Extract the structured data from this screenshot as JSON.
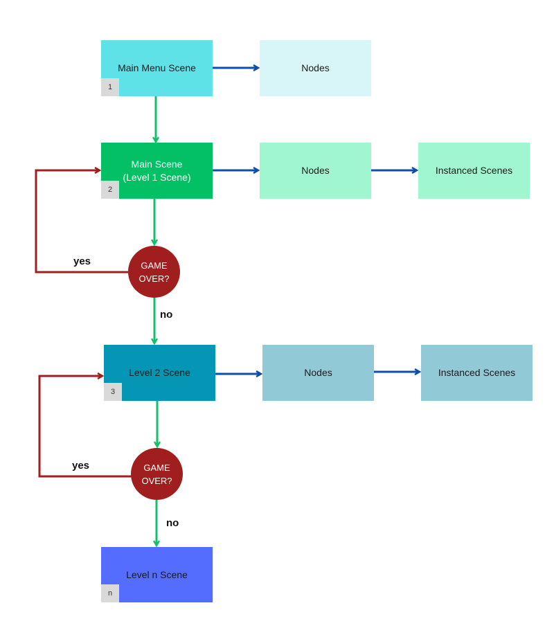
{
  "colors": {
    "menu": "#5ee2e8",
    "menu_nodes": "#d8f6f7",
    "main": "#04c064",
    "main_nodes": "#a0f7cf",
    "level2": "#0496b4",
    "level2_nodes": "#91cad6",
    "leveln": "#546dff",
    "decision": "#a11e1e",
    "arrow_green": "#13c06a",
    "arrow_blue": "#0f4ea8",
    "arrow_red": "#a11e1e",
    "badge": "#d9d9d9"
  },
  "scenes": {
    "main_menu": {
      "label": "Main Menu Scene",
      "badge": "1"
    },
    "main_scene": {
      "label": "Main Scene\n(Level 1 Scene)",
      "badge": "2"
    },
    "level2": {
      "label": "Level 2 Scene",
      "badge": "3"
    },
    "leveln": {
      "label": "Level n Scene",
      "badge": "n"
    }
  },
  "nodes": {
    "menu_nodes": "Nodes",
    "main_nodes": "Nodes",
    "main_instanced": "Instanced Scenes",
    "level2_nodes": "Nodes",
    "level2_instanced": "Instanced Scenes"
  },
  "decisions": {
    "first": "GAME\nOVER?",
    "second": "GAME\nOVER?"
  },
  "flow_labels": {
    "yes1": "yes",
    "no1": "no",
    "yes2": "yes",
    "no2": "no"
  }
}
